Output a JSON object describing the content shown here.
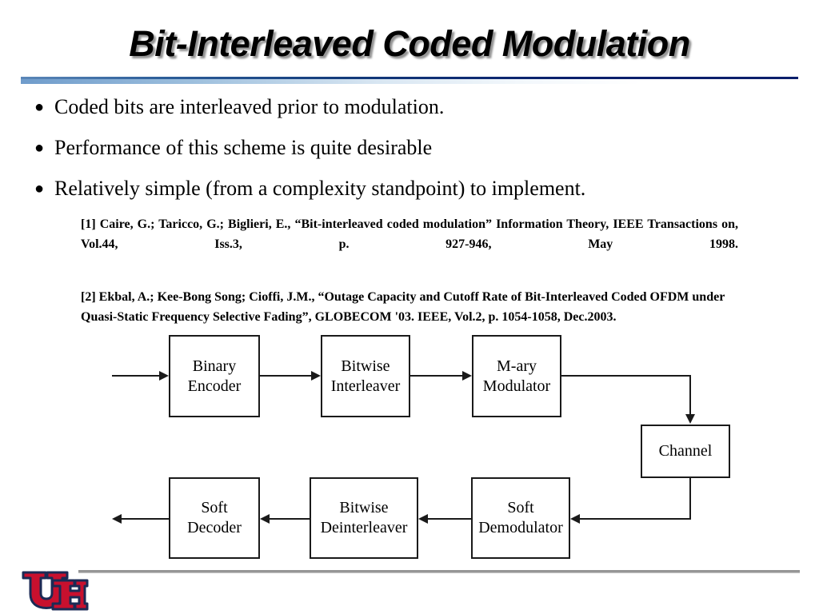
{
  "slide": {
    "title": "Bit-Interleaved Coded Modulation",
    "accent_navy": "#0a1f6b",
    "accent_pale_blue": "#9dbfdd",
    "footer_rule_gray": "#8d8d8d",
    "logo_red": "#c8102e",
    "logo_navy": "#1b2a55"
  },
  "bullets": [
    {
      "marker": "●",
      "text": "Coded bits are interleaved prior to modulation."
    },
    {
      "marker": "●",
      "text": "Performance of this scheme is quite desirable"
    },
    {
      "marker": "●",
      "text": "Relatively simple (from a complexity standpoint) to implement."
    }
  ],
  "references": [
    {
      "id": "[1]",
      "text": "[1] Caire, G.; Taricco, G.; Biglieri, E., “Bit-interleaved coded modulation” Information Theory, IEEE Transactions on, Vol.44, Iss.3, p. 927-946, May 1998."
    },
    {
      "id": "[2]",
      "text": "[2] Ekbal, A.; Kee-Bong Song; Cioffi, J.M., “Outage Capacity and Cutoff Rate of Bit-Interleaved Coded OFDM under Quasi-Static Frequency Selective Fading”, GLOBECOM '03. IEEE, Vol.2, p. 1054-1058, Dec.2003."
    }
  ],
  "diagram": {
    "blocks": [
      {
        "key": "binary-encoder",
        "label": "Binary\nEncoder"
      },
      {
        "key": "bitwise-interleaver",
        "label": "Bitwise\nInterleaver"
      },
      {
        "key": "m-ary-modulator",
        "label": "M-ary\nModulator"
      },
      {
        "key": "channel",
        "label": "Channel"
      },
      {
        "key": "soft-demodulator",
        "label": "Soft\nDemodulator"
      },
      {
        "key": "bitwise-deinterleaver",
        "label": "Bitwise\nDeinterleaver"
      },
      {
        "key": "soft-decoder",
        "label": "Soft\nDecoder"
      }
    ],
    "labels": {
      "binary_encoder_l1": "Binary",
      "binary_encoder_l2": "Encoder",
      "bitwise_interleaver_l1": "Bitwise",
      "bitwise_interleaver_l2": "Interleaver",
      "m_ary_modulator_l1": "M-ary",
      "m_ary_modulator_l2": "Modulator",
      "channel_l1": "Channel",
      "soft_demodulator_l1": "Soft",
      "soft_demodulator_l2": "Demodulator",
      "bitwise_deinterleaver_l1": "Bitwise",
      "bitwise_deinterleaver_l2": "Deinterleaver",
      "soft_decoder_l1": "Soft",
      "soft_decoder_l2": "Decoder"
    }
  },
  "logo": {
    "name": "university-of-houston-uh-logo",
    "letters": "UH"
  }
}
